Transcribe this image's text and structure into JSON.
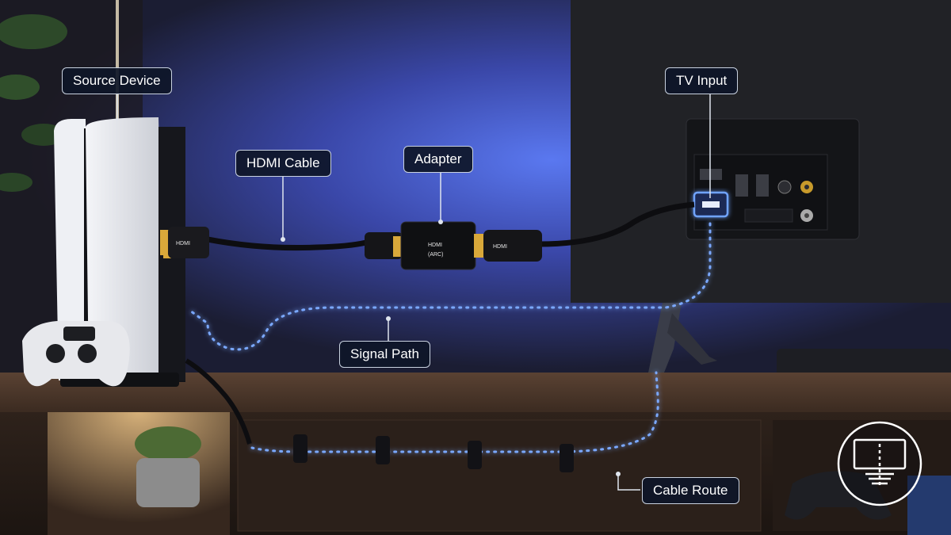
{
  "callouts": {
    "source_device": "Source Device",
    "hdmi_cable": "HDMI Cable",
    "adapter": "Adapter",
    "tv_input": "TV Input",
    "signal_path": "Signal Path",
    "cable_route": "Cable Route"
  },
  "plug_labels": {
    "console_plug": "HDMI",
    "adapter_plug": "HDMI",
    "adapter_body_line1": "HDMI",
    "adapter_body_line2": "(ARC)"
  },
  "colors": {
    "signal_glow": "#4d8dff",
    "callout_bg": "#0e1628",
    "wall_glow": "#3d5bd9",
    "gold_contact": "#d9a83a"
  },
  "icons": [
    "tv-routing-logo-icon",
    "plant-icon",
    "game-controller-icon"
  ]
}
